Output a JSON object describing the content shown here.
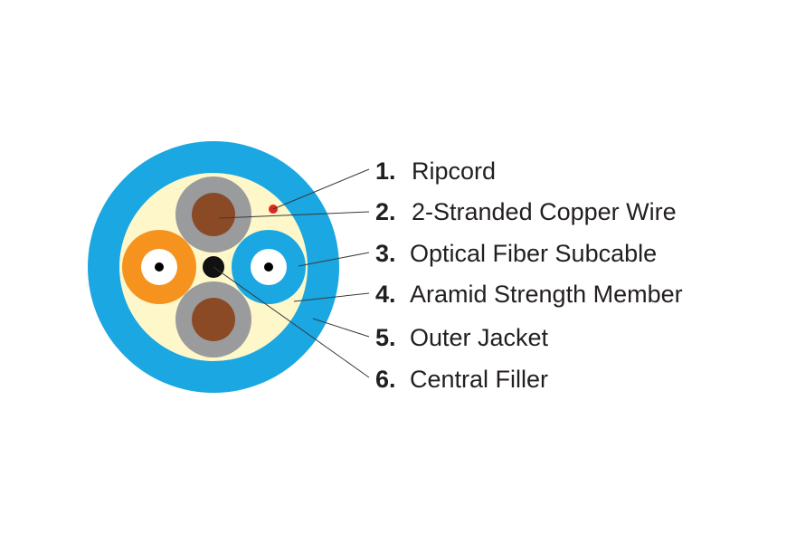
{
  "colors": {
    "outer_jacket": "#1aa7e2",
    "aramid": "#fdf7c9",
    "copper_insulation": "#9a9b9d",
    "copper_core": "#8b4a26",
    "subcable_orange": "#f6931e",
    "subcable_blue": "#1aa7e2",
    "fiber_ring": "#ffffff",
    "fiber_core": "#000000",
    "central_filler": "#111111",
    "ripcord": "#e0261f",
    "text": "#231f20"
  },
  "labels": [
    {
      "number": "1.",
      "text": "Ripcord"
    },
    {
      "number": "2.",
      "text": "2-Stranded Copper Wire"
    },
    {
      "number": "3.",
      "text": "Optical Fiber Subcable"
    },
    {
      "number": "4.",
      "text": "Aramid Strength Member"
    },
    {
      "number": "5.",
      "text": "Outer Jacket"
    },
    {
      "number": "6.",
      "text": "Central Filler"
    }
  ]
}
